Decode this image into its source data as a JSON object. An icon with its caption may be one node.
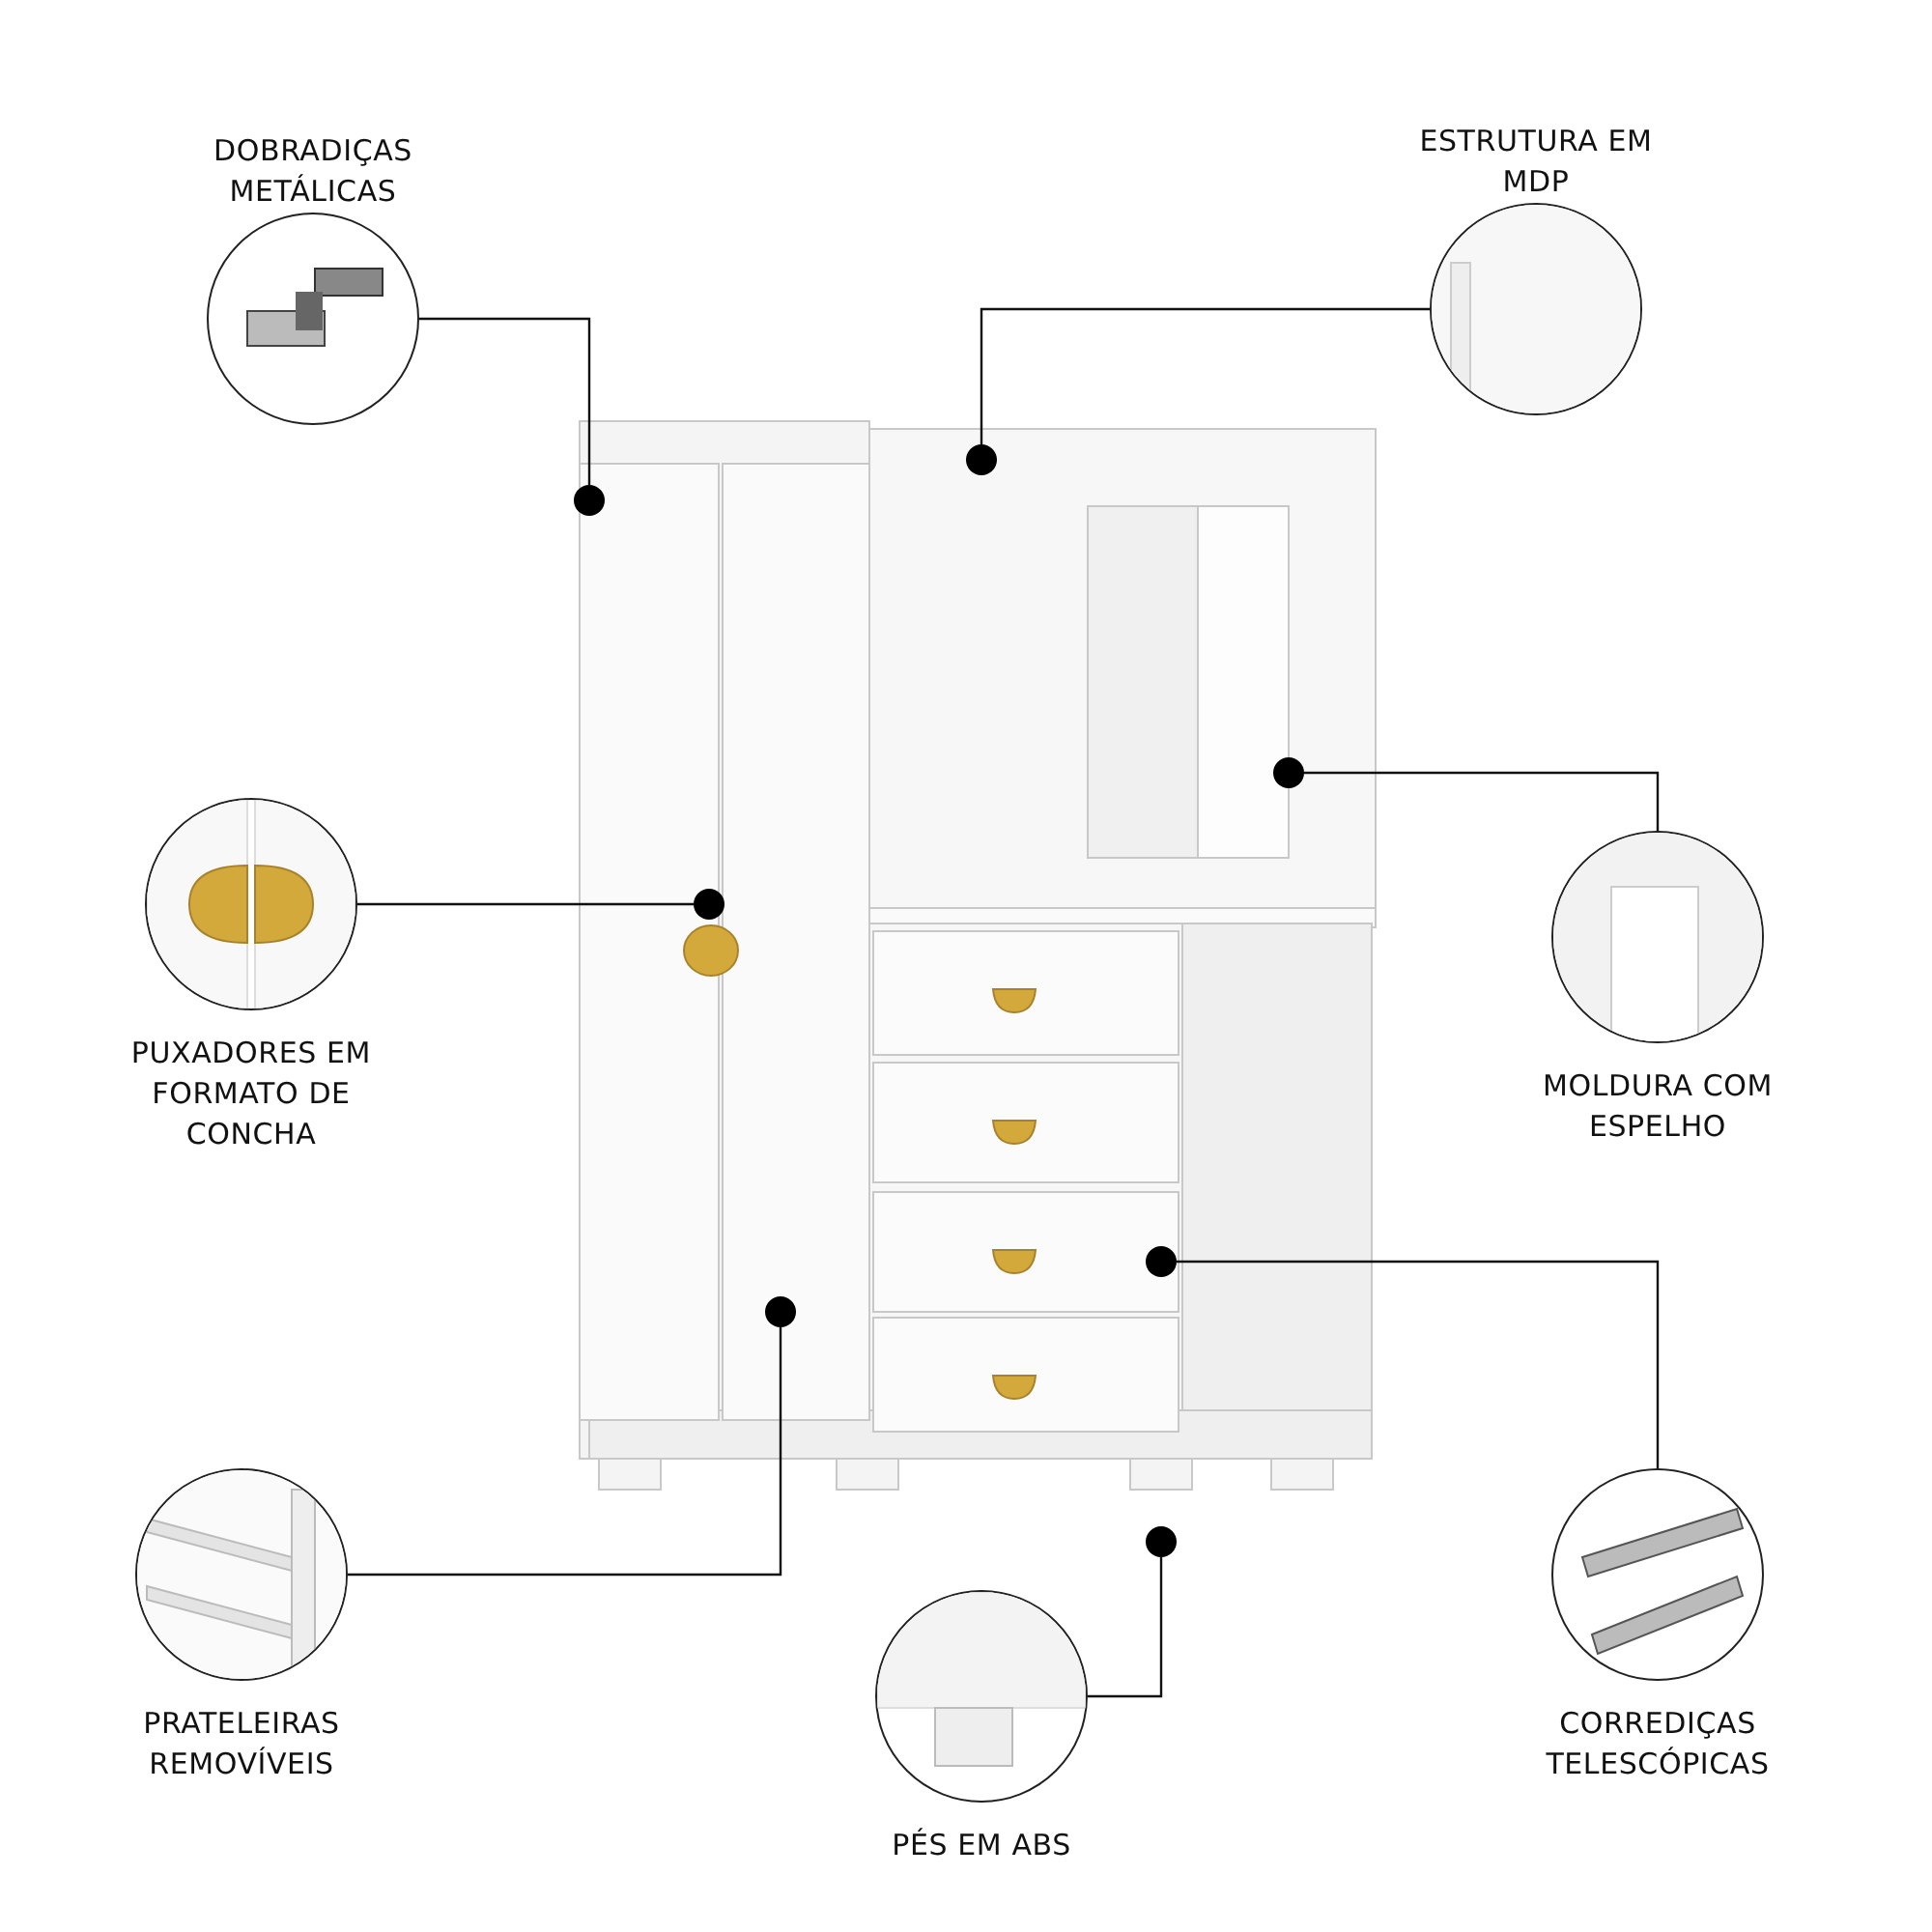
{
  "diagram": {
    "nodes": [
      {
        "text": [
          "DOBRADIÇAS METÁLICAS"
        ]
      },
      {
        "text": [
          "ESTRUTURA EM MDP"
        ]
      },
      {
        "text": [
          "PUXADORES EM FORMATO DE CONCHA"
        ]
      },
      {
        "text": [
          "MOLDURA COM ESPELHO"
        ]
      },
      {
        "text": [
          "PRATELEIRAS REMOVÍVEIS"
        ]
      },
      {
        "text": [
          "CORREDIÇAS TELESCÓPICAS"
        ]
      },
      {
        "text": [
          "PÉS EM ABS"
        ]
      },
      {
        "text": [],
        "shape": "circle"
      },
      {
        "text": [],
        "shape": "circle"
      },
      {
        "text": [],
        "shape": "circle"
      },
      {
        "text": [],
        "shape": "circle"
      },
      {
        "text": [],
        "shape": "circle"
      },
      {
        "text": [],
        "shape": "circle"
      },
      {
        "text": [],
        "shape": "circle"
      }
    ],
    "edges": [
      {
        "from": 0,
        "to": 7,
        "arrow": "none"
      },
      {
        "from": 1,
        "to": 8,
        "arrow": "none"
      },
      {
        "from": 2,
        "to": 9,
        "arrow": "none"
      },
      {
        "from": 3,
        "to": 10,
        "arrow": "none"
      },
      {
        "from": 4,
        "to": 11,
        "arrow": "none"
      },
      {
        "from": 5,
        "to": 12,
        "arrow": "none"
      },
      {
        "from": 6,
        "to": 13,
        "arrow": "none"
      }
    ]
  }
}
